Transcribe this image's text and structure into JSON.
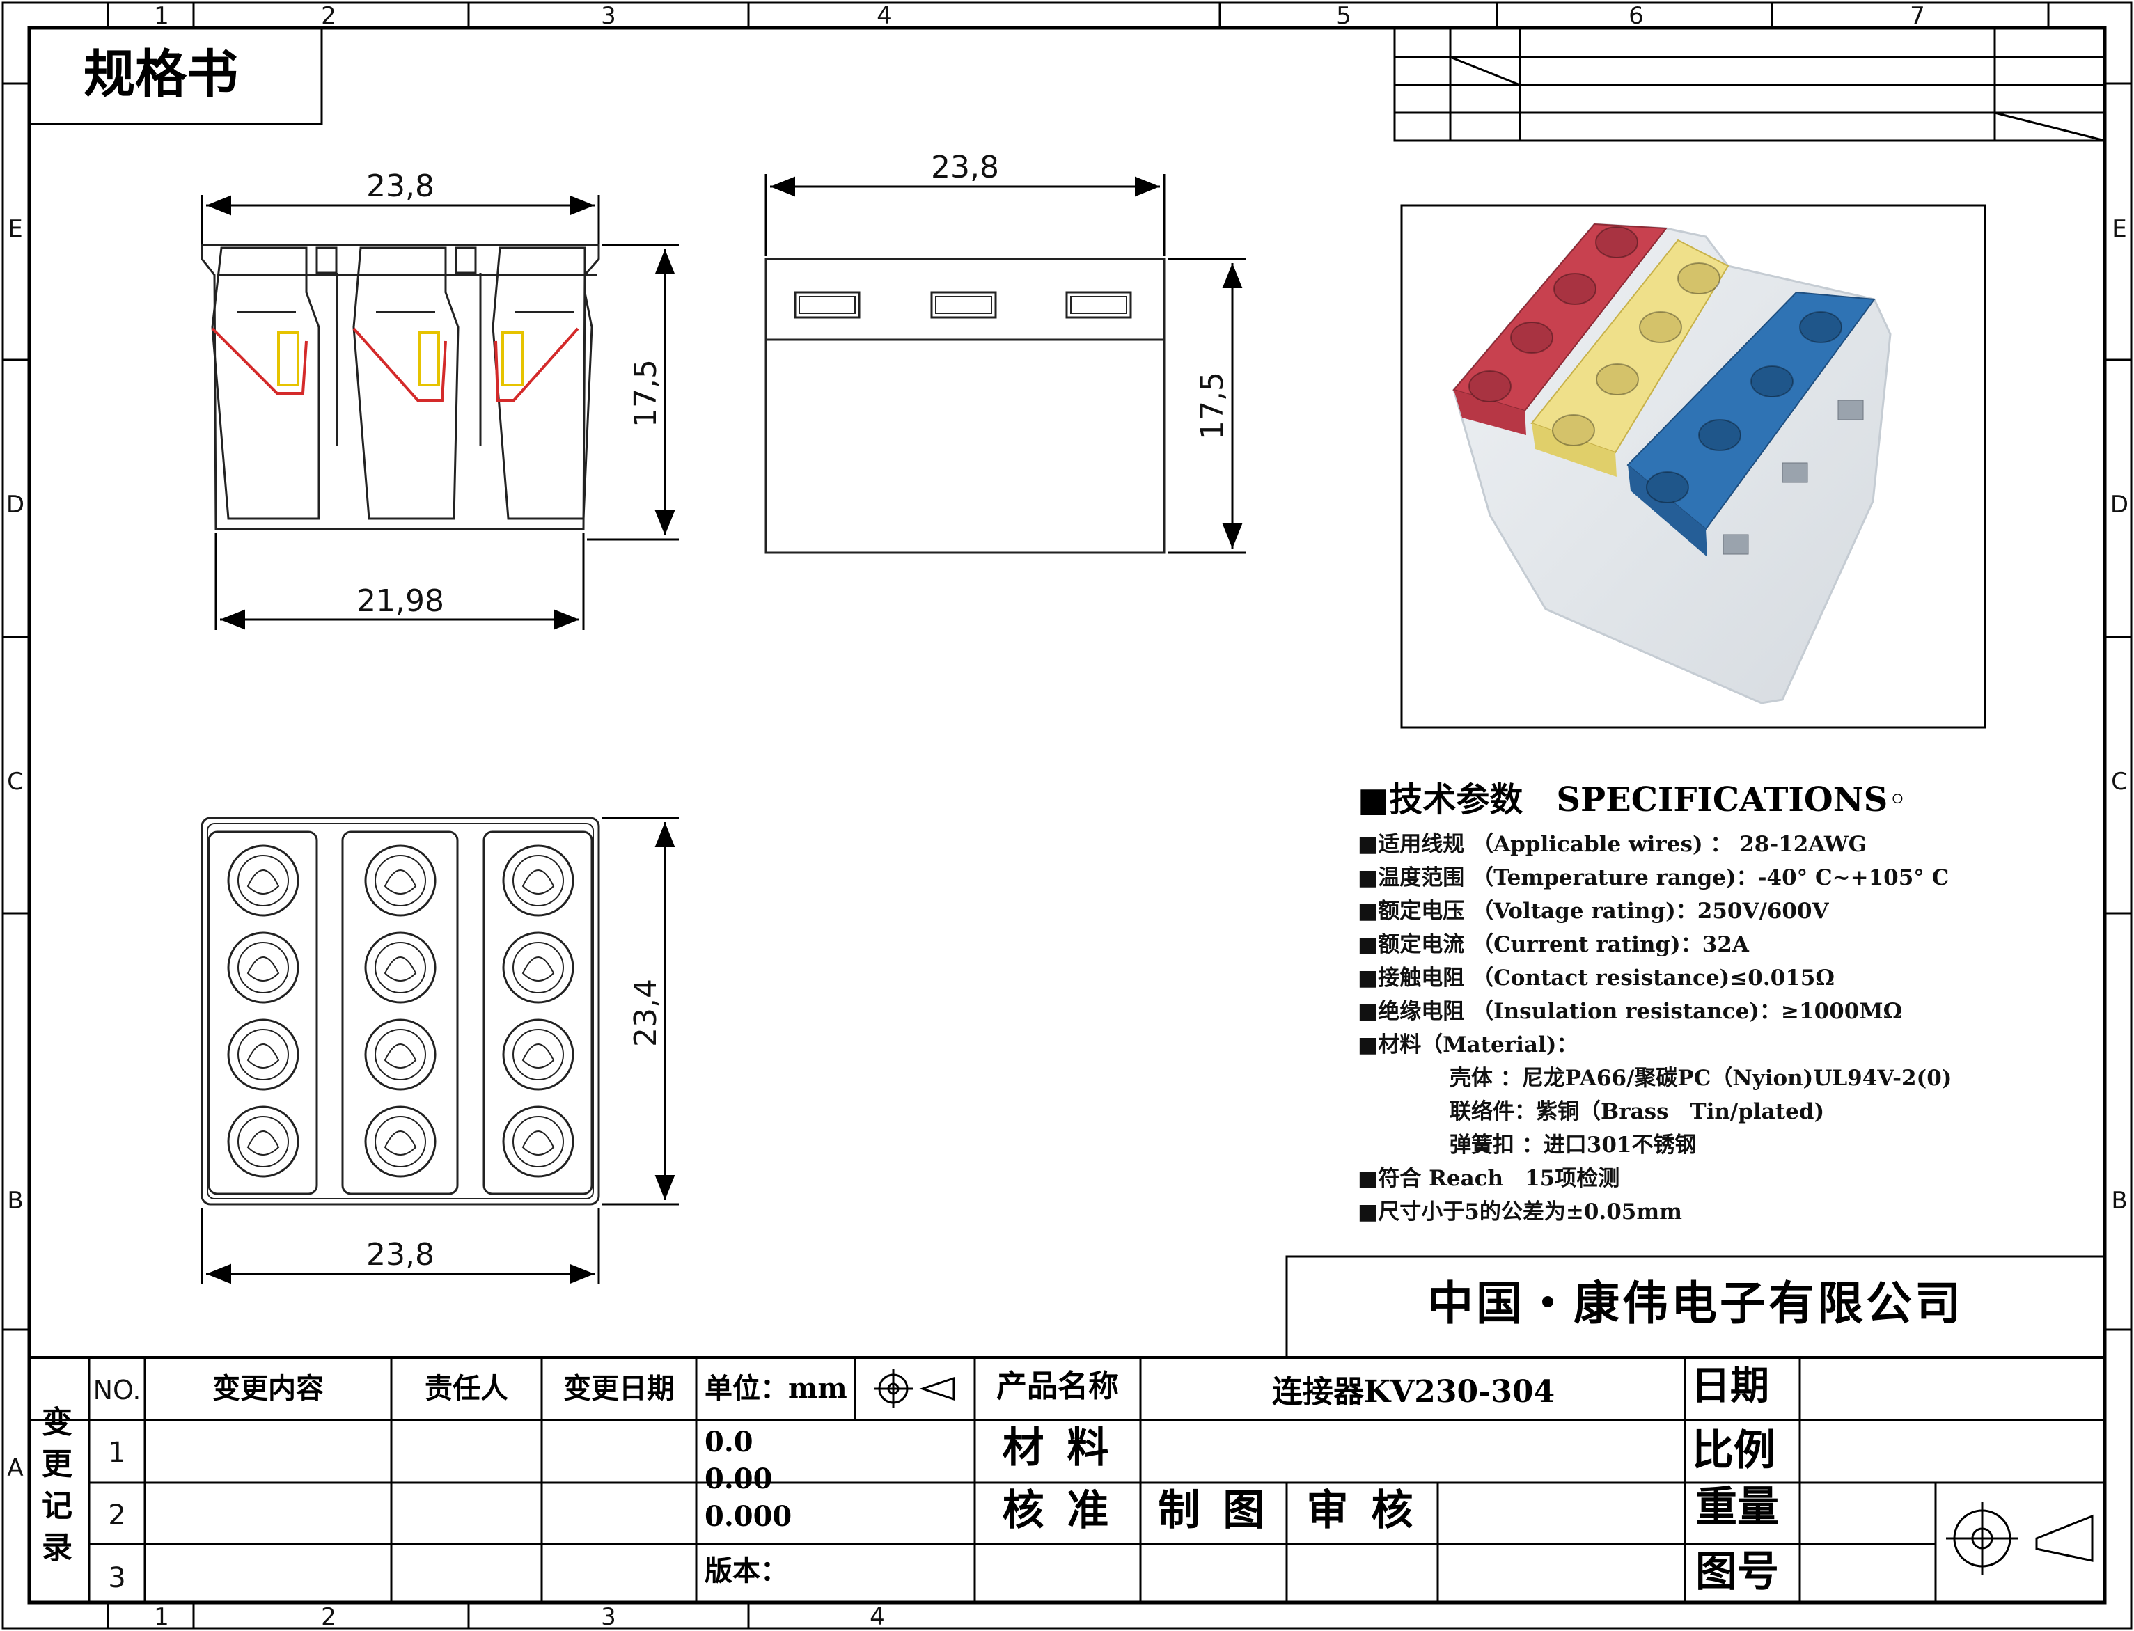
{
  "title": "规格书",
  "border": {
    "cols_top": [
      "1",
      "2",
      "3",
      "4",
      "5",
      "6",
      "7"
    ],
    "cols_bottom": [
      "1",
      "2",
      "3",
      "4"
    ],
    "rows": [
      "E",
      "D",
      "C",
      "B",
      "A"
    ]
  },
  "dimensions": {
    "front_width": "23,8",
    "front_height": "17,5",
    "front_base": "21,98",
    "side_width": "23,8",
    "side_height": "17,5",
    "top_width": "23,8",
    "top_height": "23,4"
  },
  "specs": {
    "heading": "■技术参数　SPECIFICATIONS◦",
    "lines": [
      "■适用线规 （Applicable wires) ： 28-12AWG",
      "■温度范围 （Temperature range)：-40° C~+105° C",
      "■额定电压 （Voltage rating)：250V/600V",
      "■额定电流 （Current rating)：32A",
      "■接触电阻 （Contact resistance)≤0.015Ω",
      "■绝缘电阻 （Insulation resistance)：≥1000MΩ",
      "■材料（Material)："
    ],
    "material_lines": [
      "壳体 ：尼龙PA66/聚碳PC（Nyion)UL94V-2(0)",
      "联络件：紫铜（Brass　Tin/plated)",
      "弹簧扣 ：进口301不锈钢"
    ],
    "tail_lines": [
      "■符合 Reach　15项检测",
      "■尺寸小于5的公差为±0.05mm"
    ]
  },
  "company": "中国・康伟电子有限公司",
  "table": {
    "change_record": "变更记录",
    "headers": {
      "no": "NO.",
      "content": "变更内容",
      "person": "责任人",
      "date": "变更日期",
      "unit": "单位：mm",
      "product_name": "产品名称",
      "product": "连接器KV230-304",
      "date2": "日期"
    },
    "rows": [
      "1",
      "2",
      "3"
    ],
    "tolerances": [
      "0.0",
      "0.00",
      "0.000"
    ],
    "version": "版本：",
    "material": "材 料",
    "ratio": "比例",
    "approve": "核 准",
    "make": "制 图",
    "review": "审 核",
    "weight": "重量",
    "drawing_no": "图号"
  },
  "colors": {
    "red": "#c8414f",
    "yellow": "#efe08a",
    "blue": "#2f73b4",
    "outline": "#000000"
  }
}
